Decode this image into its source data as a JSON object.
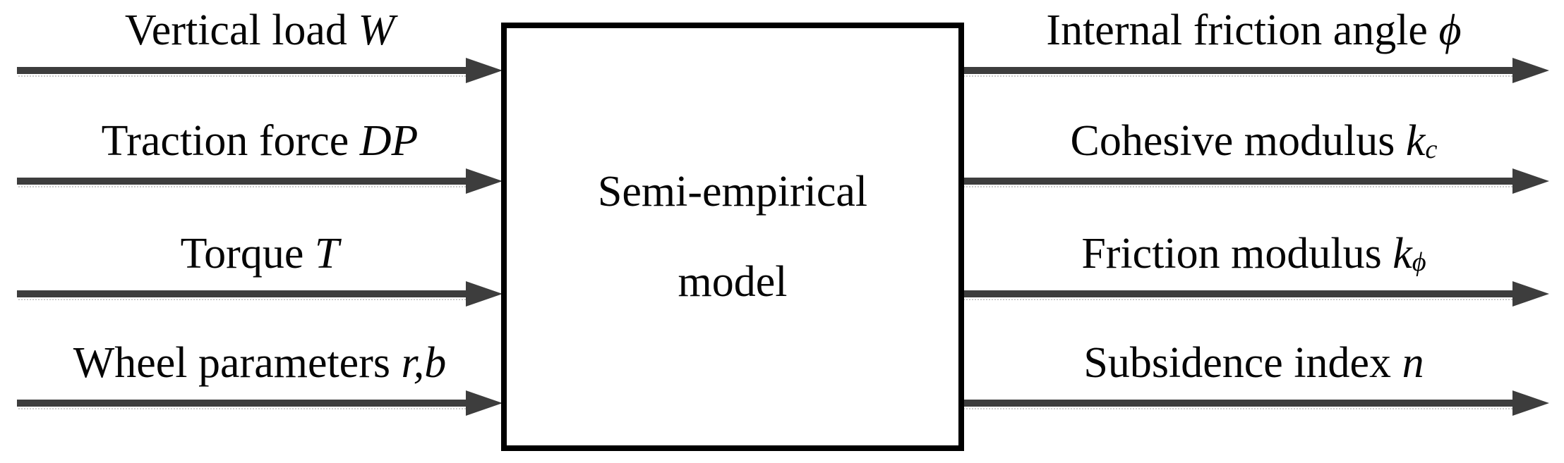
{
  "box": {
    "line1": "Semi-empirical",
    "line2": "model"
  },
  "inputs": [
    {
      "label": "Vertical load ",
      "var": "W",
      "sub": ""
    },
    {
      "label": "Traction force ",
      "var": "DP",
      "sub": ""
    },
    {
      "label": "Torque ",
      "var": "T",
      "sub": ""
    },
    {
      "label": "Wheel parameters ",
      "var": "r,b",
      "sub": ""
    }
  ],
  "outputs": [
    {
      "label": "Internal friction angle ",
      "var": "ϕ",
      "sub": ""
    },
    {
      "label": "Cohesive modulus ",
      "var": "k",
      "sub": "c"
    },
    {
      "label": "Friction modulus ",
      "var": "k",
      "sub": "ϕ"
    },
    {
      "label": "Subsidence index ",
      "var": "n",
      "sub": ""
    }
  ],
  "colors": {
    "arrow": "#3d3d3d",
    "box_border": "#000000",
    "text": "#050505",
    "background": "#ffffff"
  }
}
